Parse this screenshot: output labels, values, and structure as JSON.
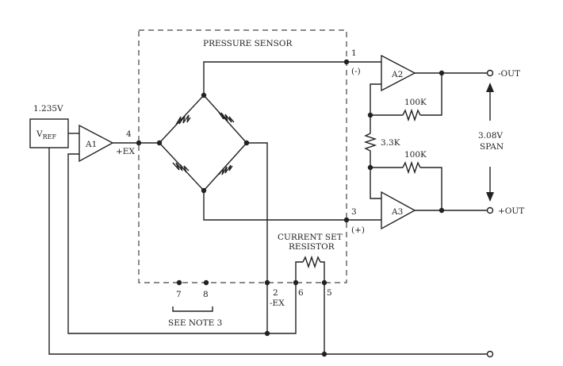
{
  "labels": {
    "sensor": "PRESSURE SENSOR",
    "vref_voltage": "1.235V",
    "vref_main": "V",
    "vref_sub": "REF",
    "a1": "A1",
    "a2": "A2",
    "a3": "A3",
    "pin4": "4",
    "plus_ex": "+EX",
    "pin1": "1",
    "minus_sign": "(-)",
    "pin3": "3",
    "plus_sign": "(+)",
    "pin2": "2",
    "minus_ex": "-EX",
    "pin6": "6",
    "pin5": "5",
    "pin7": "7",
    "pin8": "8",
    "see_note": "SEE NOTE 3",
    "current_set_1": "CURRENT SET",
    "current_set_2": "RESISTOR",
    "r_top": "100K",
    "r_mid": "3.3K",
    "r_bot": "100K",
    "span_1": "3.08V",
    "span_2": "SPAN",
    "out_minus": "-OUT",
    "out_plus": "+OUT"
  }
}
